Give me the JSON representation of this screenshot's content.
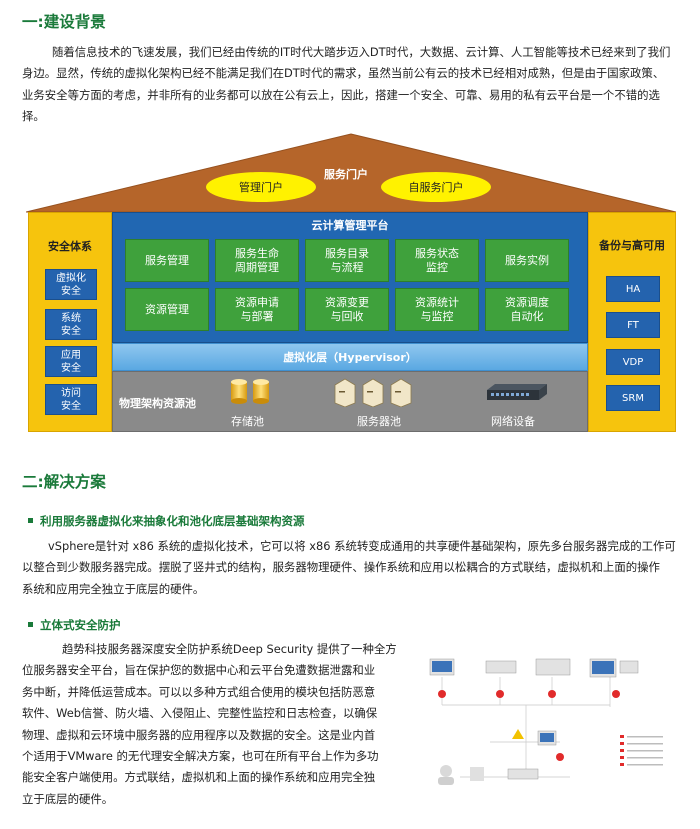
{
  "section1": {
    "heading": "一:建设背景",
    "paragraph_lines": [
      "随着信息技术的飞速发展，我们已经由传统的IT时代大踏步迈入DT时代，大数据、云计算、人工智能等技术已经来到了我们",
      "身边。显然，传统的虚拟化架构已经不能满足我们在DT时代的需求，虽然当前公有云的技术已经相对成熟，但是由于国家政策、",
      "业务安全等方面的考虑，并非所有的业务都可以放在公有云上，因此，搭建一个安全、可靠、易用的私有云平台是一个不错的选",
      "择。"
    ]
  },
  "diagram": {
    "roof_title": "服务门户",
    "oval_left": "管理门户",
    "oval_right": "自服务门户",
    "left_panel": {
      "title": "安全体系",
      "items": [
        [
          "虚拟化",
          "安全"
        ],
        [
          "系统",
          "安全"
        ],
        [
          "应用",
          "安全"
        ],
        [
          "访问",
          "安全"
        ]
      ]
    },
    "right_panel": {
      "title": "备份与高可用",
      "items": [
        "HA",
        "FT",
        "VDP",
        "SRM"
      ]
    },
    "cloud_platform": {
      "title": "云计算管理平台",
      "row1": [
        [
          "服务管理"
        ],
        [
          "服务生命",
          "周期管理"
        ],
        [
          "服务目录",
          "与流程"
        ],
        [
          "服务状态",
          "监控"
        ],
        [
          "服务实例"
        ]
      ],
      "row2": [
        [
          "资源管理"
        ],
        [
          "资源申请",
          "与部署"
        ],
        [
          "资源变更",
          "与回收"
        ],
        [
          "资源统计",
          "与监控"
        ],
        [
          "资源调度",
          "自动化"
        ]
      ]
    },
    "hypervisor": "虚拟化层（Hypervisor）",
    "physical": {
      "title": "物理架构资源池",
      "storage": "存储池",
      "servers": "服务器池",
      "network": "网络设备"
    }
  },
  "section2": {
    "heading": "二:解决方案",
    "sub1": {
      "title": "利用服务器虚拟化来抽象化和池化底层基础架构资源",
      "lines": [
        "vSphere是针对 x86 系统的虚拟化技术，它可以将 x86 系统转变成通用的共享硬件基础架构，原先多台服务器完成的工作可",
        "以整合到少数服务器完成。摆脱了竖井式的结构，服务器物理硬件、操作系统和应用以松耦合的方式联结，虚拟机和上面的操作",
        "系统和应用完全独立于底层的硬件。"
      ]
    },
    "sub2": {
      "title": "立体式安全防护",
      "lines": [
        "趋势科技服务器深度安全防护系统Deep Security 提供了一种全方",
        "位服务器安全平台，旨在保护您的数据中心和云平台免遭数据泄露和业",
        "务中断，并降低运营成本。可以以多种方式组合使用的模块包括防恶意",
        "软件、Web信誉、防火墙、入侵阻止、完整性监控和日志检查，以确保",
        "物理、虚拟和云环境中服务器的应用程序以及数据的安全。这是业内首",
        "个适用于VMware  的无代理安全解决方案，也可在所有平台上作为多功",
        "能安全客户端使用。方式联结，虚拟机和上面的操作系统和应用完全独",
        "立于底层的硬件。"
      ]
    }
  },
  "colors": {
    "heading_green": "#1a7a3a",
    "roof_brown": "#b5652a",
    "panel_yellow": "#f6c40d",
    "platform_blue": "#2167b2",
    "module_green": "#3fa13c",
    "hypervisor_blue": "#5aa8e2",
    "physical_gray": "#8a8a8a"
  }
}
